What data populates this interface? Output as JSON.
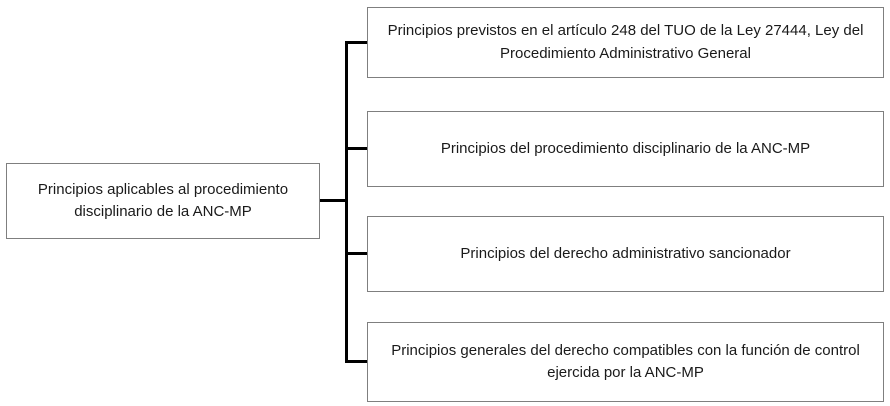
{
  "diagram": {
    "type": "hierarchy",
    "root": {
      "label": "Principios aplicables al procedimiento disciplinario de la ANC-MP"
    },
    "children": [
      {
        "label": "Principios previstos en el artículo 248 del TUO de la Ley 27444, Ley del Procedimiento Administrativo General"
      },
      {
        "label": "Principios del procedimiento disciplinario de la ANC-MP"
      },
      {
        "label": "Principios del derecho administrativo sancionador"
      },
      {
        "label": "Principios generales del derecho compatibles con la función de control ejercida por la ANC-MP"
      }
    ],
    "colors": {
      "background": "#ffffff",
      "box_border": "#7f7f7f",
      "connector": "#000000",
      "text": "#1a1a1a"
    }
  }
}
